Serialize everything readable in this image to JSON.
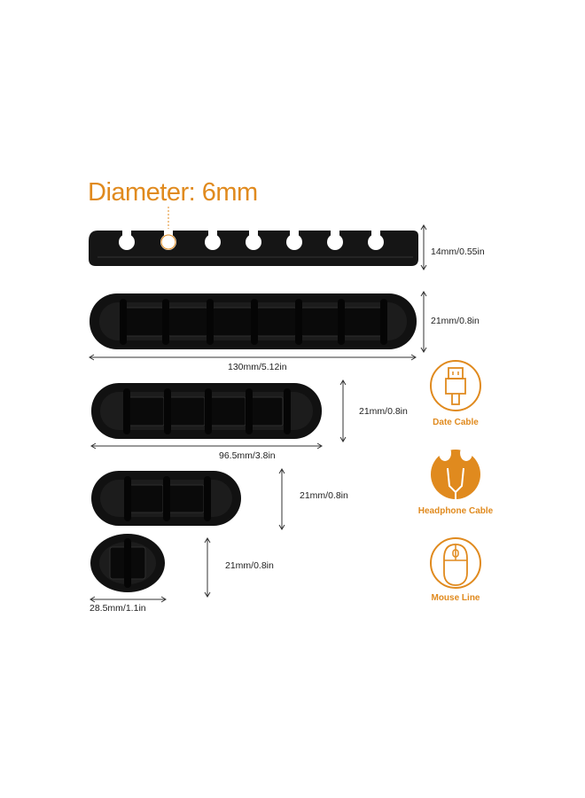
{
  "diameter_label": "Diameter: 6mm",
  "clips": [
    {
      "name": "7-slot-side-view",
      "height_label": "14mm/0.55in"
    },
    {
      "name": "7-slot-clip",
      "height_label": "21mm/0.8in",
      "width_label": "130mm/5.12in"
    },
    {
      "name": "5-slot-clip",
      "height_label": "21mm/0.8in",
      "width_label": "96.5mm/3.8in"
    },
    {
      "name": "3-slot-clip",
      "height_label": "21mm/0.8in"
    },
    {
      "name": "1-slot-clip",
      "height_label": "21mm/0.8in",
      "width_label": "28.5mm/1.1in"
    }
  ],
  "cable_types": [
    {
      "icon": "data-cable-icon",
      "label": "Date Cable"
    },
    {
      "icon": "headphone-icon",
      "label": "Headphone Cable"
    },
    {
      "icon": "mouse-icon",
      "label": "Mouse Line"
    }
  ],
  "colors": {
    "accent": "#e08a1e",
    "product": "#111111",
    "line": "#333333"
  }
}
